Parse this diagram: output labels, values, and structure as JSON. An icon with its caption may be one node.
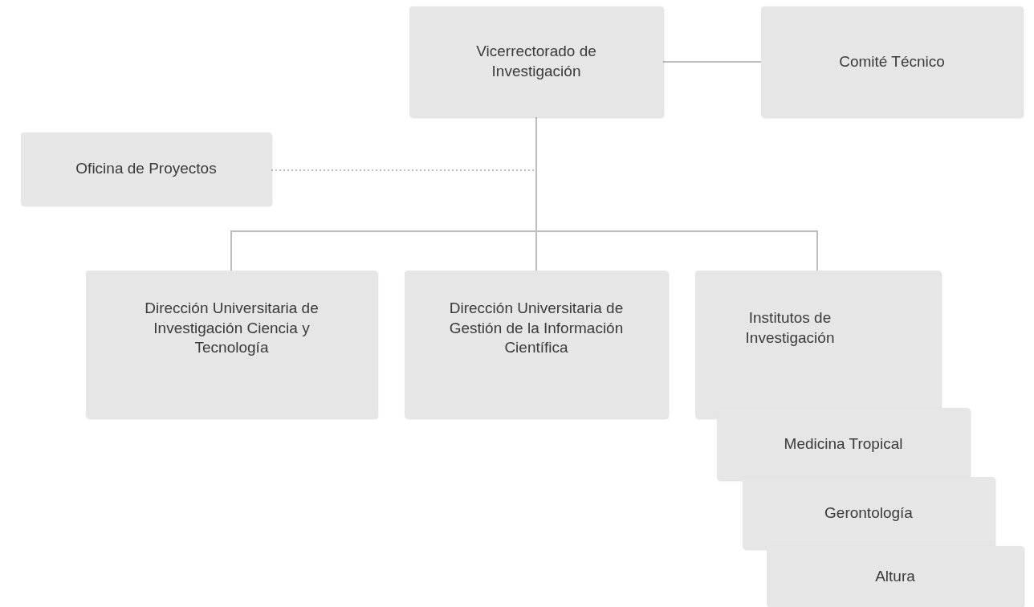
{
  "diagram": {
    "nodes": [
      {
        "text": [
          "Vicerrectorado de Investigación"
        ]
      },
      {
        "text": [
          "Comité Técnico"
        ]
      },
      {
        "text": [
          "Oficina de Proyectos"
        ]
      },
      {
        "text": [
          "Dirección Universitaria de Investigación Ciencia y Tecnología"
        ]
      },
      {
        "text": [
          "Dirección Universitaria de Gestión de la Información Científica"
        ]
      },
      {
        "text": [
          "Institutos de Investigación"
        ]
      },
      {
        "text": [
          "Medicina Tropical"
        ]
      },
      {
        "text": [
          "Gerontología"
        ]
      },
      {
        "text": [
          "Altura"
        ]
      }
    ],
    "edges": [
      {
        "from": 0,
        "to": 1,
        "arrow": "none"
      },
      {
        "from": 2,
        "to": 0,
        "arrow": "none",
        "style": "dashed"
      },
      {
        "from": 0,
        "to": 3,
        "arrow": "none"
      },
      {
        "from": 0,
        "to": 4,
        "arrow": "none"
      },
      {
        "from": 0,
        "to": 5,
        "arrow": "none"
      }
    ]
  }
}
